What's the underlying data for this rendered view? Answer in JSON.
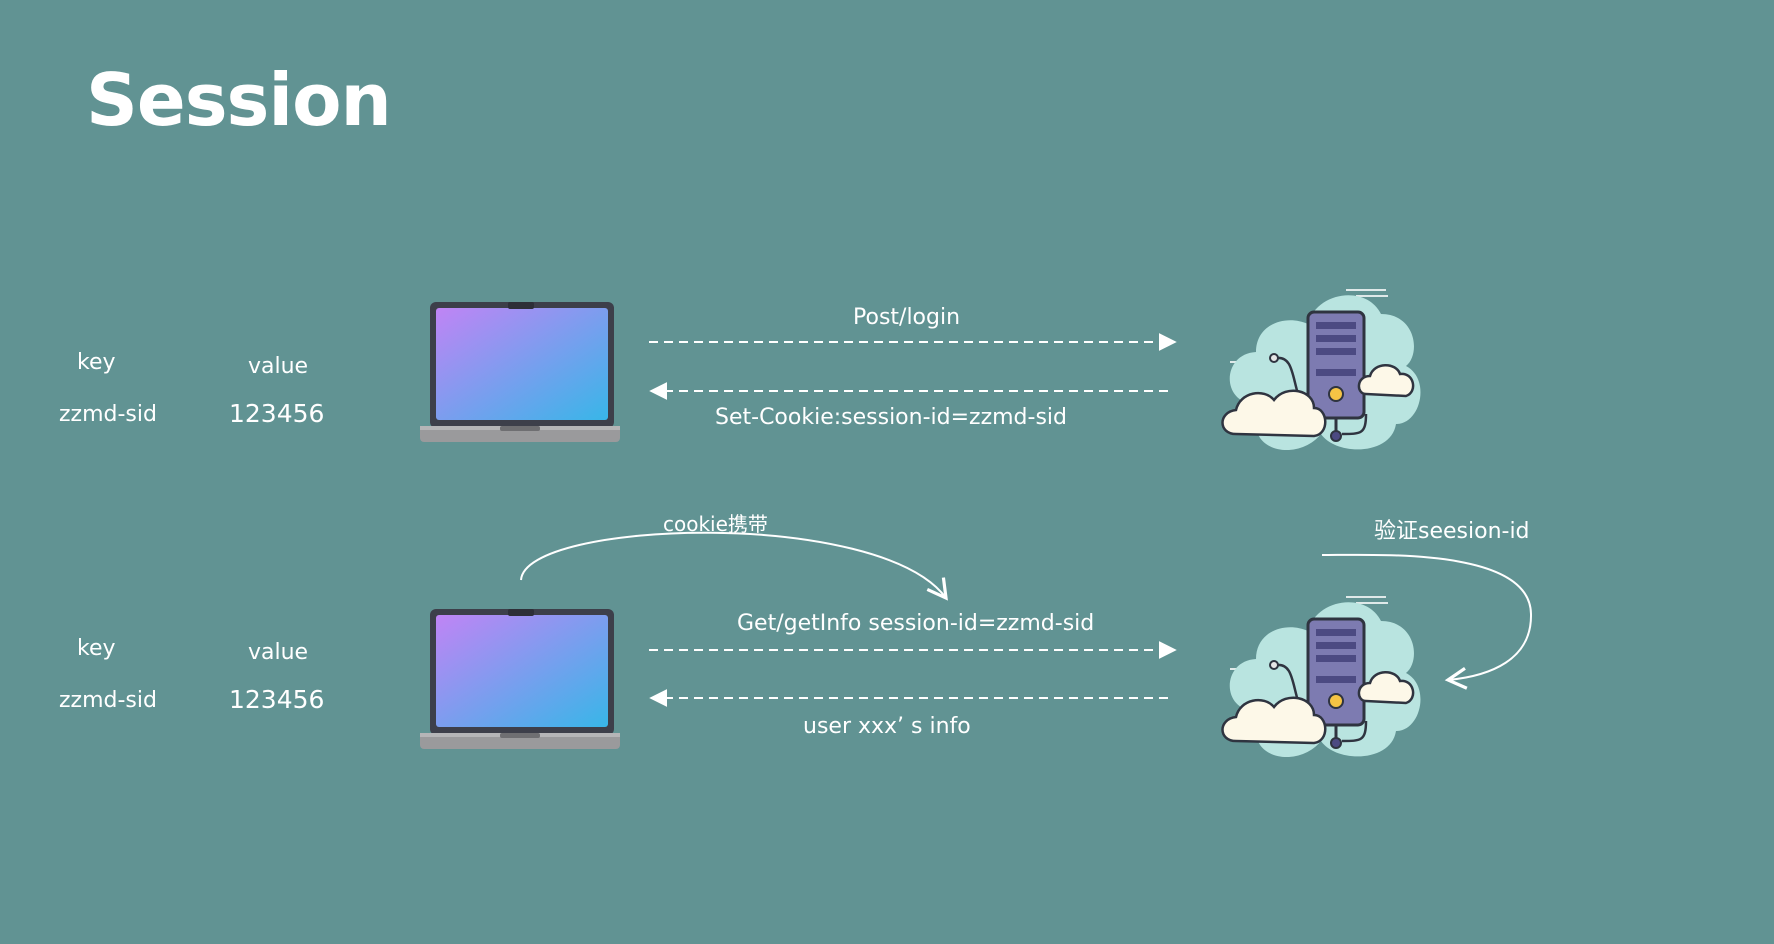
{
  "title": "Session",
  "rows": [
    {
      "table": {
        "key_header": "key",
        "value_header": "value",
        "key": "zzmd-sid",
        "value": "123456"
      },
      "request_label": "Post/login",
      "response_label": "Set-Cookie:session-id=zzmd-sid"
    },
    {
      "table": {
        "key_header": "key",
        "value_header": "value",
        "key": "zzmd-sid",
        "value": "123456"
      },
      "request_label": "Get/getInfo   session-id=zzmd-sid",
      "response_label": "user xxx’ s info",
      "client_note": "cookie携带",
      "server_note": "验证seesion-id"
    }
  ],
  "colors": {
    "background": "#619393",
    "text": "#ffffff",
    "arrow": "#ffffff",
    "screen_gradient_start": "#c084f5",
    "screen_gradient_end": "#38b6e8",
    "cloud": "#b9e4e0",
    "server": "#7d7bb1"
  },
  "icons": [
    "laptop-icon",
    "cloud-server-icon"
  ]
}
